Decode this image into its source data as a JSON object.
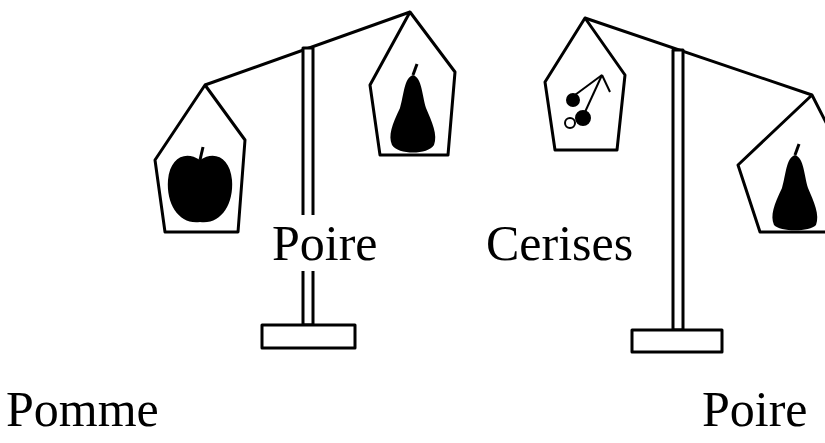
{
  "diagram": {
    "labels": [
      "Poire",
      "Cerises",
      "Pomme",
      "Poire"
    ]
  }
}
